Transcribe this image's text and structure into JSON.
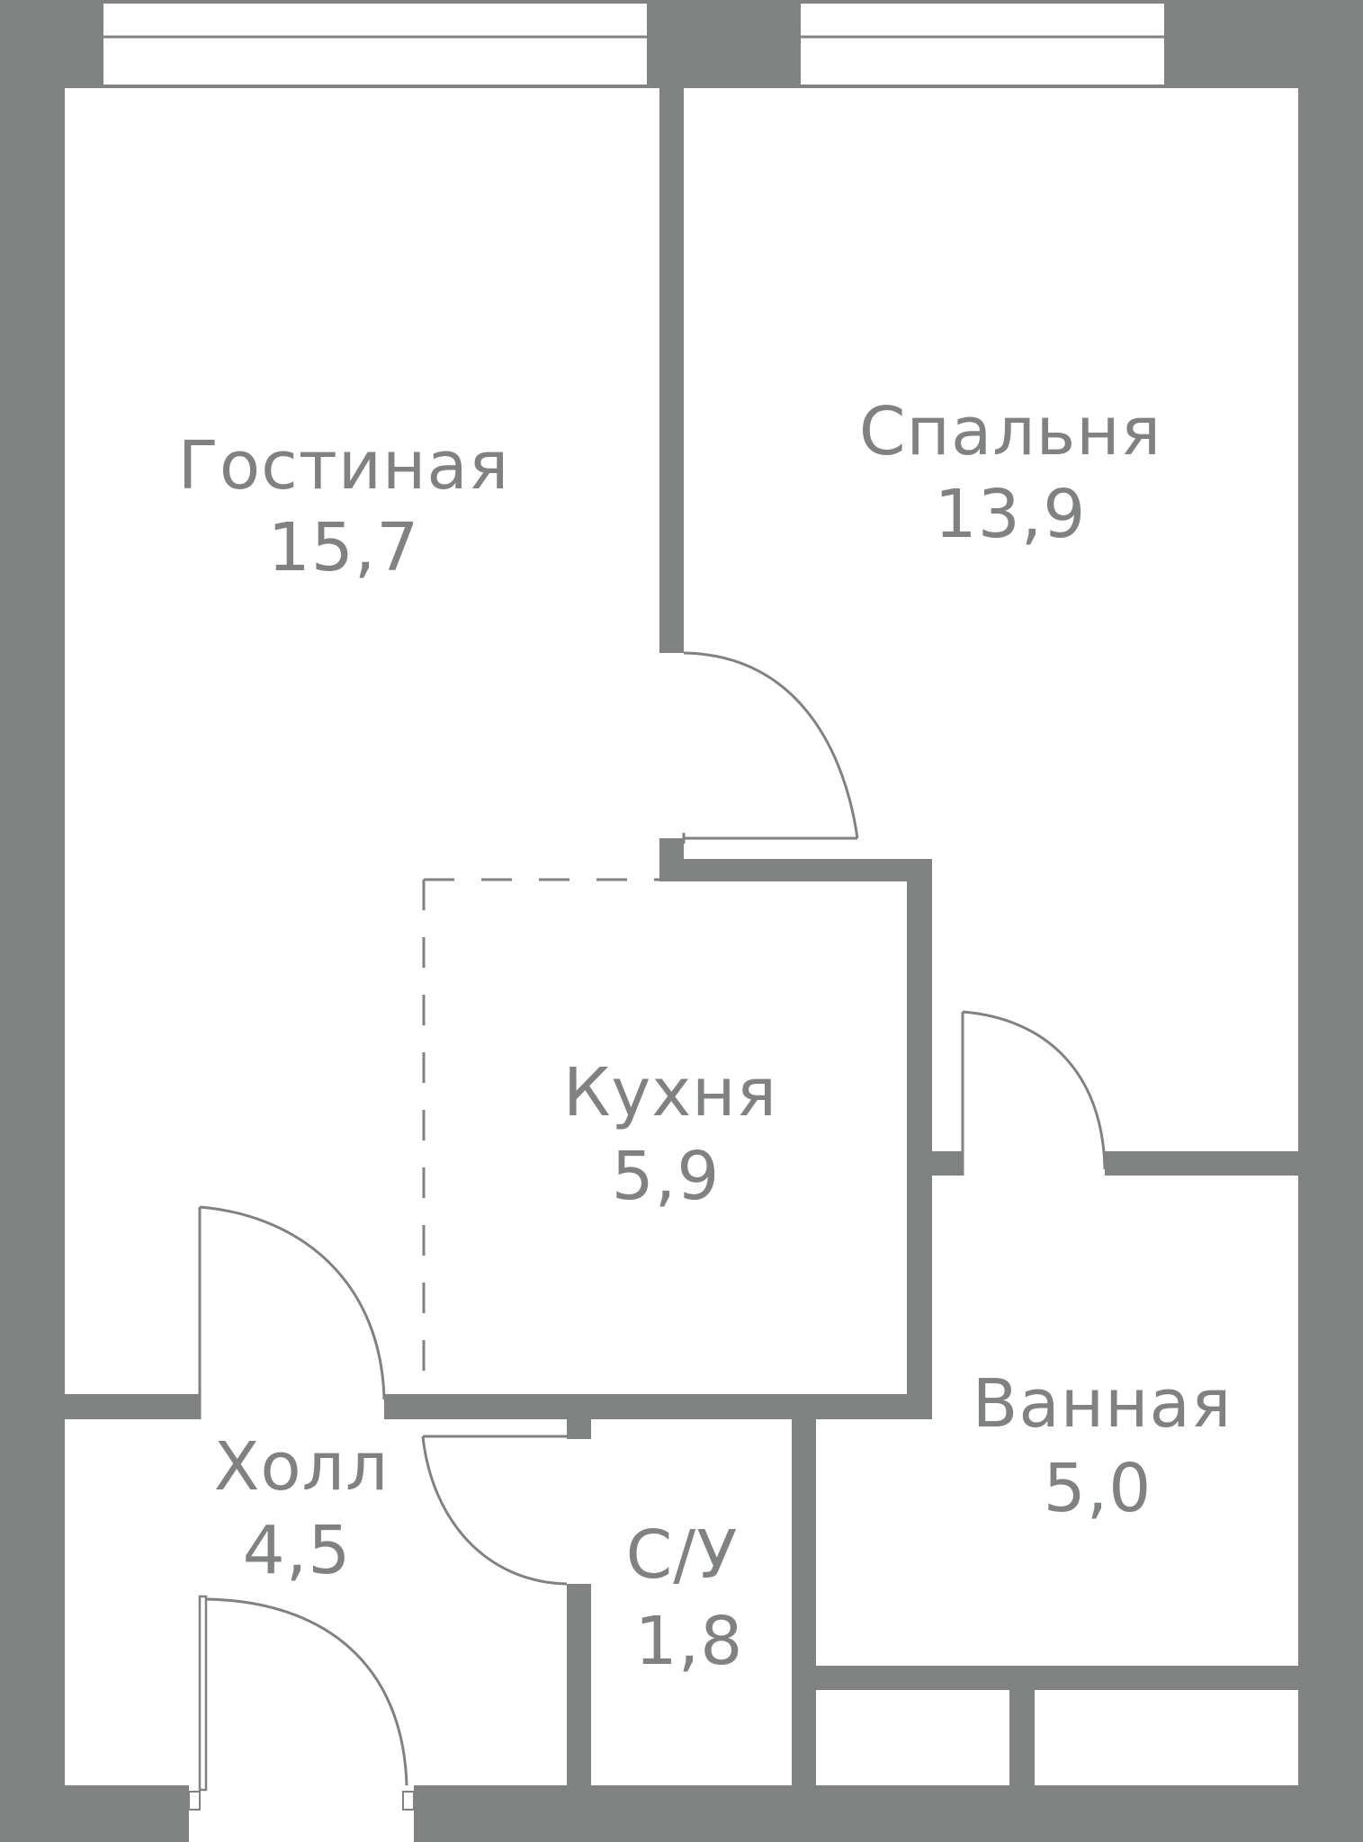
{
  "plan": {
    "wall_color": "#808181",
    "background": "#ffffff",
    "rooms": [
      {
        "id": "living",
        "name": "Гостиная",
        "area": "15,7"
      },
      {
        "id": "bedroom",
        "name": "Спальня",
        "area": "13,9"
      },
      {
        "id": "kitchen",
        "name": "Кухня",
        "area": "5,9"
      },
      {
        "id": "hall",
        "name": "Холл",
        "area": "4,5"
      },
      {
        "id": "wc",
        "name": "С/У",
        "area": "1,8"
      },
      {
        "id": "bathroom",
        "name": "Ванная",
        "area": "5,0"
      }
    ]
  }
}
